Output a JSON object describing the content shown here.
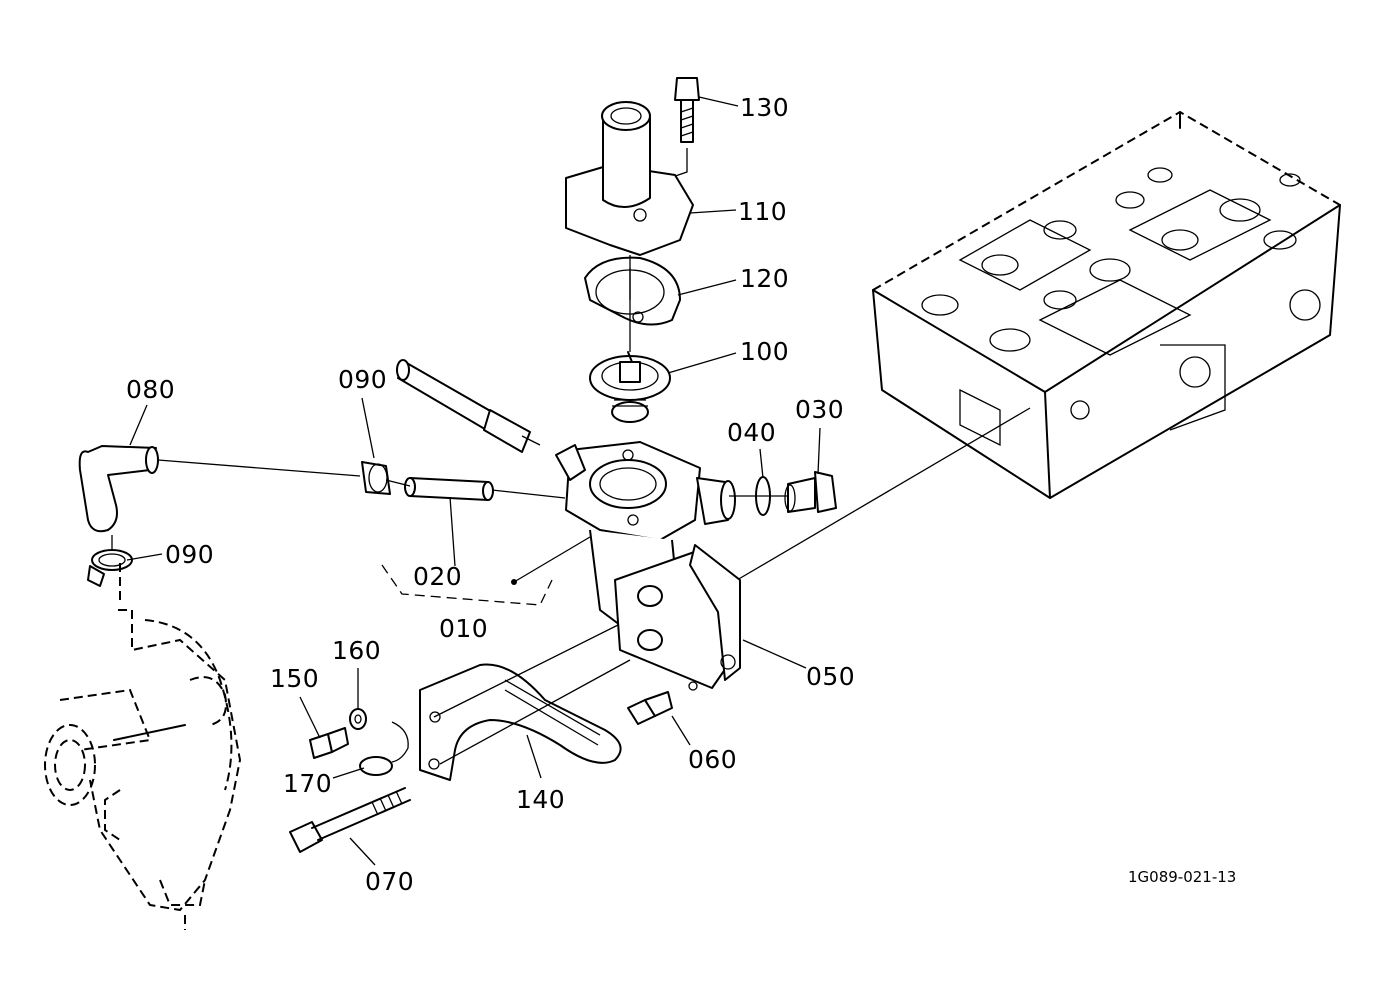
{
  "diagram": {
    "parts": [
      {
        "id": "p130",
        "label": "130"
      },
      {
        "id": "p110",
        "label": "110"
      },
      {
        "id": "p120",
        "label": "120"
      },
      {
        "id": "p100",
        "label": "100"
      },
      {
        "id": "p090a",
        "label": "090"
      },
      {
        "id": "p080",
        "label": "080"
      },
      {
        "id": "p040",
        "label": "040"
      },
      {
        "id": "p030",
        "label": "030"
      },
      {
        "id": "p090b",
        "label": "090"
      },
      {
        "id": "p020",
        "label": "020"
      },
      {
        "id": "p010",
        "label": "010"
      },
      {
        "id": "p050",
        "label": "050"
      },
      {
        "id": "p160",
        "label": "160"
      },
      {
        "id": "p150",
        "label": "150"
      },
      {
        "id": "p060",
        "label": "060"
      },
      {
        "id": "p170",
        "label": "170"
      },
      {
        "id": "p140",
        "label": "140"
      },
      {
        "id": "p070",
        "label": "070"
      }
    ],
    "drawing_code": "1G089-021-13"
  }
}
